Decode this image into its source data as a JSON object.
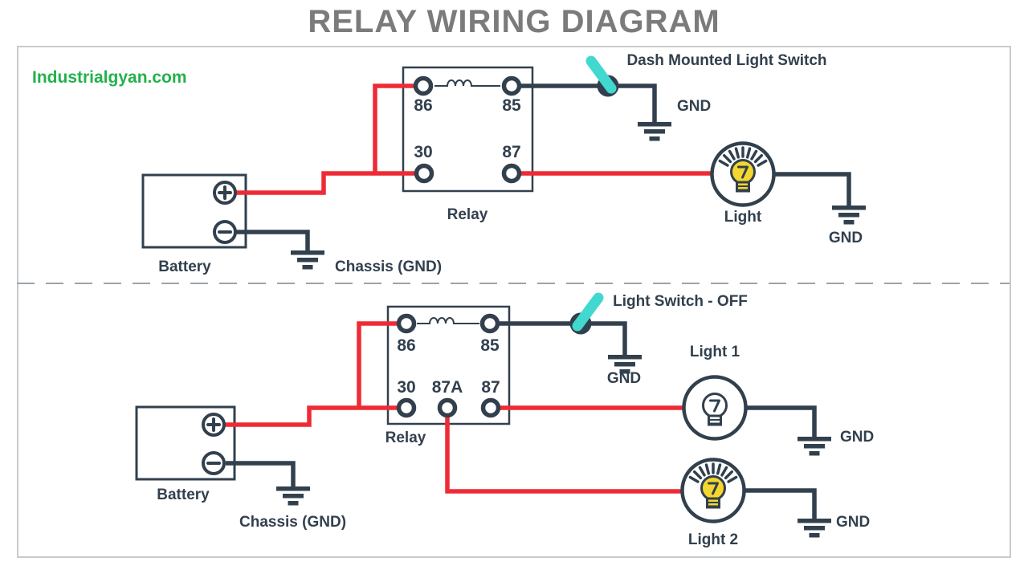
{
  "title": "RELAY WIRING DIAGRAM",
  "watermark": "Industrialgyan.com",
  "palette": {
    "wire_hot_red": "#ee2b35",
    "wire_ground_dark": "#32404e",
    "switch_lever_teal": "#41d8cf",
    "bulb_yellow": "#f5d62e",
    "brand_green": "#22b14c",
    "title_gray": "#7b7b7b",
    "frame_gray": "#c6cbce"
  },
  "top": {
    "switch_label": "Dash Mounted Light Switch",
    "gnd_switch": "GND",
    "relay": "Relay",
    "pins": {
      "p86": "86",
      "p85": "85",
      "p30": "30",
      "p87": "87"
    },
    "battery": "Battery",
    "chassis": "Chassis (GND)",
    "light": "Light",
    "gnd_light": "GND"
  },
  "bottom": {
    "switch_label": "Light Switch - OFF",
    "gnd_switch": "GND",
    "relay": "Relay",
    "pins": {
      "p86": "86",
      "p85": "85",
      "p30": "30",
      "p87a": "87A",
      "p87": "87"
    },
    "battery": "Battery",
    "chassis": "Chassis (GND)",
    "light1": "Light 1",
    "gnd_light1": "GND",
    "light2": "Light 2",
    "gnd_light2": "GND"
  }
}
